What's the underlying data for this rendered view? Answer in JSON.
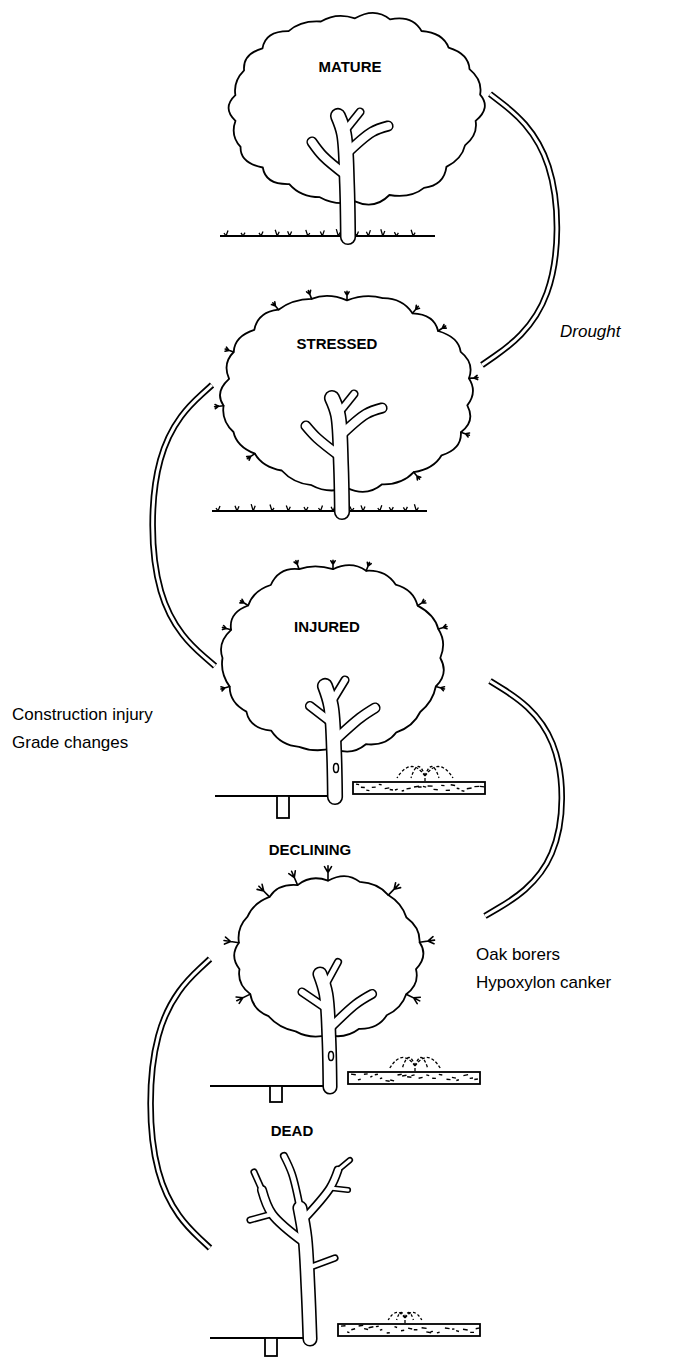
{
  "diagram": {
    "nodes": [
      {
        "text": [
          "MATURE"
        ]
      },
      {
        "text": [
          "STRESSED"
        ]
      },
      {
        "text": [
          "INJURED"
        ]
      },
      {
        "text": [
          "DECLINING"
        ]
      },
      {
        "text": [
          "DEAD"
        ]
      }
    ],
    "edges": [
      {
        "from": 0,
        "to": 1,
        "arrow": "none"
      },
      {
        "from": 1,
        "to": 2,
        "arrow": "none"
      },
      {
        "from": 2,
        "to": 3,
        "arrow": "none"
      },
      {
        "from": 3,
        "to": 4,
        "arrow": "none"
      }
    ],
    "labels": [
      "Drought",
      "Construction injury",
      "Grade changes",
      "Oak borers",
      "Hypoxylon canker"
    ]
  }
}
